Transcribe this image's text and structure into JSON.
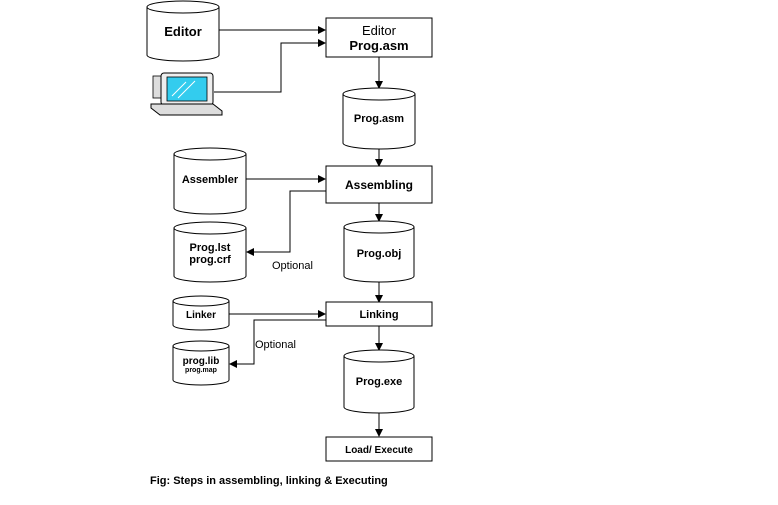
{
  "nodes": {
    "editor_source": "Editor",
    "editor_box_line1": "Editor",
    "editor_box_line2": "Prog.asm",
    "prog_asm": "Prog.asm",
    "assembler": "Assembler",
    "assembling": "Assembling",
    "prog_lst_line1": "Prog.lst",
    "prog_lst_line2": "prog.crf",
    "prog_obj": "Prog.obj",
    "linker": "Linker",
    "linking": "Linking",
    "prog_lib_line1": "prog.lib",
    "prog_lib_line2": "prog.map",
    "prog_exe": "Prog.exe",
    "load_execute": "Load/ Execute"
  },
  "edge_labels": {
    "optional_assembler": "Optional",
    "optional_linker": "Optional"
  },
  "icons": {
    "terminal": "computer-terminal-icon"
  },
  "colors": {
    "screen": "#33ccee",
    "line": "#000000",
    "fill": "#ffffff"
  },
  "caption": "Fig: Steps in assembling, linking & Executing"
}
